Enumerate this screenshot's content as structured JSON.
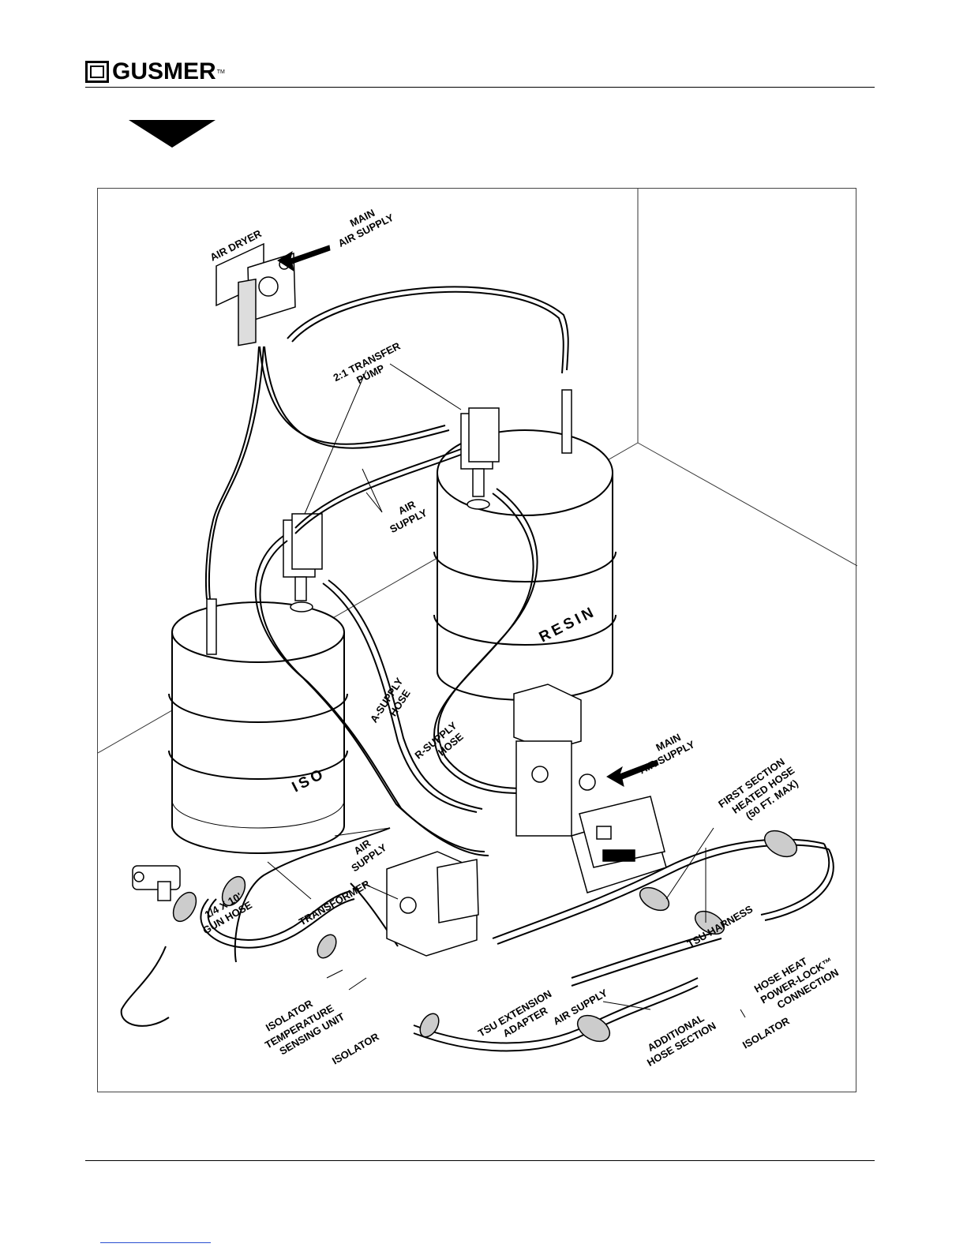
{
  "header": {
    "brand": "GUSMER",
    "brand_mark": "TM"
  },
  "labels": {
    "air_dryer": "AIR DRYER",
    "main_air_supply_top": [
      "MAIN",
      "AIR SUPPLY"
    ],
    "transfer_pump": [
      "2:1 TRANSFER",
      "PUMP"
    ],
    "air_supply_mid": [
      "AIR",
      "SUPPLY"
    ],
    "resin": "RESIN",
    "iso": "ISO",
    "a_supply_hose": [
      "A-SUPPLY",
      "HOSE"
    ],
    "r_supply_hose": [
      "R-SUPPLY",
      "HOSE"
    ],
    "main_air_supply_right": [
      "MAIN",
      "AIR SUPPLY"
    ],
    "first_section": [
      "FIRST SECTION",
      "HEATED HOSE",
      "(50 FT. MAX)"
    ],
    "air_supply_left": [
      "AIR",
      "SUPPLY"
    ],
    "transformer": "TRANSFORMER",
    "gun_hose": [
      "1/4 X 10'",
      "GUN HOSE"
    ],
    "tsu_harness": "TSU HARNESS",
    "hose_heat": [
      "HOSE HEAT",
      "POWER-LOCK™",
      "CONNECTION"
    ],
    "isolator_left": "ISOLATOR",
    "temperature": [
      "TEMPERATURE",
      "SENSING UNIT"
    ],
    "isolator_mid": "ISOLATOR",
    "tsu_extension": [
      "TSU EXTENSION",
      "ADAPTER"
    ],
    "air_supply_bottom": "AIR SUPPLY",
    "additional_hose": [
      "ADDITIONAL",
      "HOSE SECTION"
    ],
    "isolator_right": "ISOLATOR"
  }
}
